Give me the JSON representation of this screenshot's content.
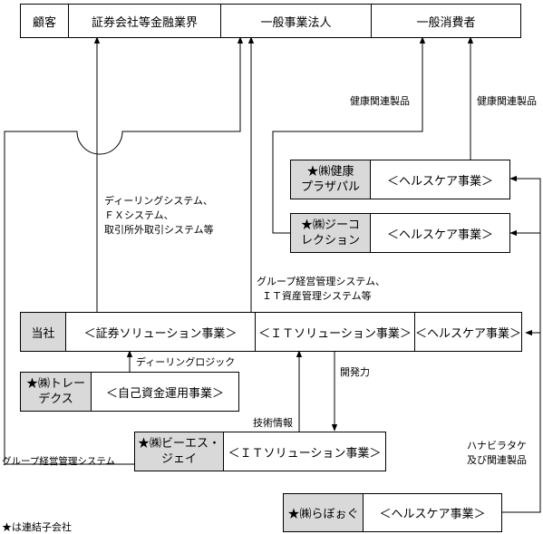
{
  "top": {
    "customer": "顧客",
    "securities": "証券会社等金融業界",
    "corporations": "一般事業法人",
    "consumers": "一般消費者"
  },
  "main": {
    "company": "当社",
    "securities_biz": "＜証券ソリューション事業＞",
    "it_biz": "＜ＩＴソリューション事業＞",
    "health_biz": "＜ヘルスケア事業＞"
  },
  "kenko_plaza": {
    "name_line1": "★㈱健康",
    "name_line2": "プラザパル",
    "biz": "＜ヘルスケア事業＞"
  },
  "jiko": {
    "name_line1": "★㈱ジーコ",
    "name_line2": "レクション",
    "biz": "＜ヘルスケア事業＞"
  },
  "tradex": {
    "name_line1": "★㈱トレー",
    "name_line2": "デクス",
    "biz": "＜自己資金運用事業＞"
  },
  "bsj": {
    "name_line1": "★㈱ビーエス・",
    "name_line2": "ジェイ",
    "biz": "＜ＩＴソリューション事業＞"
  },
  "rabo": {
    "name": "★㈱らぼぉぐ",
    "biz": "＜ヘルスケア事業＞"
  },
  "labels": {
    "health_products_1": "健康関連製品",
    "health_products_2": "健康関連製品",
    "dealing_line1": "ディーリングシステム、",
    "dealing_line2": "ＦＸシステム、",
    "dealing_line3": "取引所外取引システム等",
    "group_mgmt_line1": "グループ経営管理システム、",
    "group_mgmt_line2": "ＩＴ資産管理システム等",
    "dealing_logic": "ディーリングロジック",
    "dev_power": "開発力",
    "tech_info": "技術情報",
    "group_mgmt_sys": "グループ経営管理システム",
    "hanabira_line1": "ハナビラタケ",
    "hanabira_line2": "及び関連製品",
    "footnote": "★は連結子会社"
  }
}
